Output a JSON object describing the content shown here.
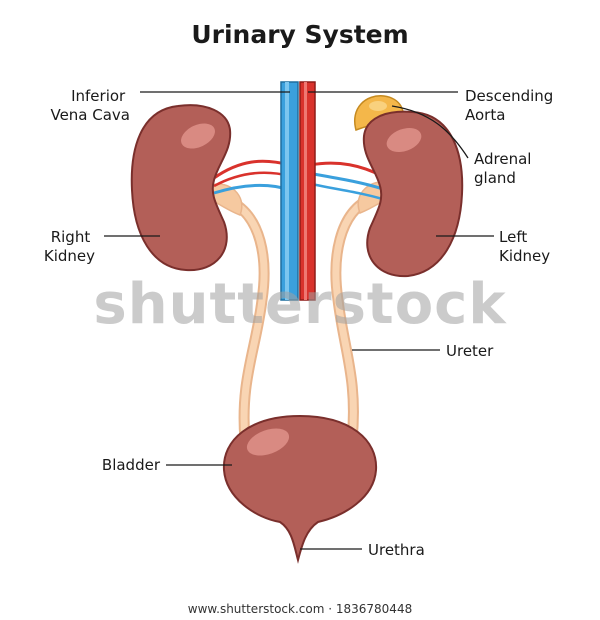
{
  "title": "Urinary System",
  "labels": {
    "inferior_vena_cava": [
      "Inferior",
      "Vena Cava"
    ],
    "descending_aorta": [
      "Descending",
      "Aorta"
    ],
    "adrenal_gland": [
      "Adrenal",
      "gland"
    ],
    "right_kidney": [
      "Right",
      "Kidney"
    ],
    "left_kidney": [
      "Left",
      "Kidney"
    ],
    "ureter": "Ureter",
    "bladder": "Bladder",
    "urethra": "Urethra"
  },
  "watermark": "shutterstock",
  "footer": "www.shutterstock.com · 1836780448",
  "colors": {
    "kidney": "#b35f58",
    "kidney_outline": "#7a2f2c",
    "kidney_highlight": "#d98a82",
    "vein": "#3aa0dd",
    "artery": "#d9322c",
    "ureter": "#f6c9a0",
    "adrenal": "#f4b74a"
  }
}
